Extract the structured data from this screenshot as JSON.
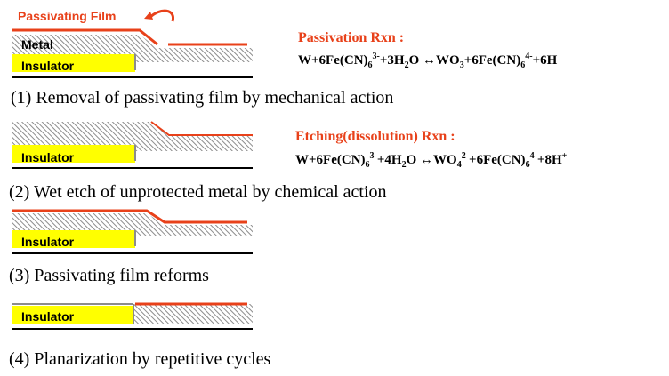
{
  "labels": {
    "passivating_film": "Passivating Film",
    "metal": "Metal",
    "insulator": "Insulator"
  },
  "reactions": {
    "passivation": {
      "title": "Passivation Rxn :",
      "lhs": "W+6Fe(CN)",
      "lhs_sub": "6",
      "lhs_sup": "3-",
      "lhs_rest": "+3H",
      "water_sub": "2",
      "water_rest": "O",
      "arrow": "↔",
      "rhs": "WO",
      "rhs_sub": "3",
      "rhs_rest": "+6Fe(CN)",
      "rhs_sub2": "6",
      "rhs_sup2": "4-",
      "rhs_tail": "+6H"
    },
    "etching": {
      "title": "Etching(dissolution) Rxn :",
      "lhs": "W+6Fe(CN)",
      "lhs_sub": "6",
      "lhs_sup": "3-",
      "lhs_rest": "+4H",
      "water_sub": "2",
      "water_rest": "O",
      "arrow": "↔",
      "rhs": "WO",
      "rhs_sub": "4",
      "rhs_sup": "2-",
      "rhs_rest": "+6Fe(CN)",
      "rhs_sub2": "6",
      "rhs_sup2": "4-",
      "rhs_tail": "+8H",
      "rhs_tail_sup": "+"
    }
  },
  "steps": [
    "(1) Removal of passivating film by mechanical action",
    "(2) Wet etch of unprotected metal by chemical action",
    "(3) Passivating film reforms",
    "(4) Planarization by repetitive cycles"
  ],
  "colors": {
    "film": "#e8411a",
    "insulator": "#ffff00",
    "metal_hatch": "#8c8c8c",
    "base_line": "#000000"
  }
}
